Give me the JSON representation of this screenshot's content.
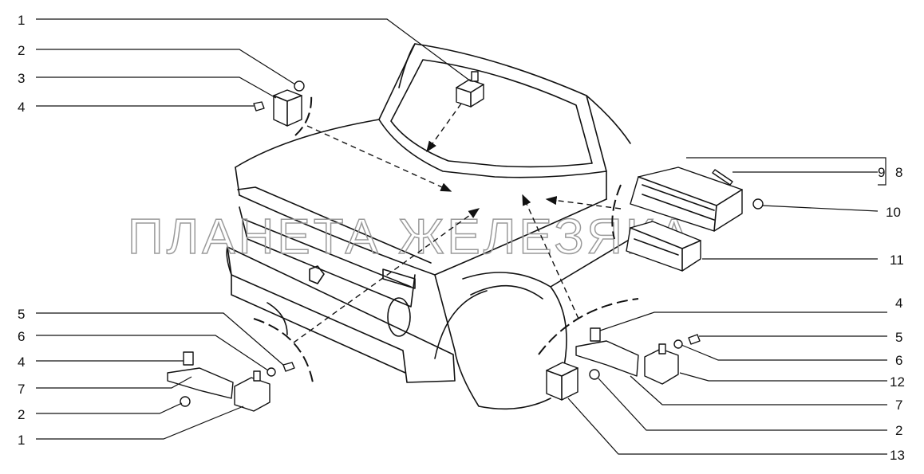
{
  "watermark": "ПЛАНЕТА ЖЕЛЕЗЯКА",
  "callouts_left": [
    "1",
    "2",
    "3",
    "4",
    "5",
    "6",
    "4",
    "7",
    "2",
    "1"
  ],
  "callouts_right": [
    "9",
    "8",
    "10",
    "11",
    "4",
    "5",
    "6",
    "12",
    "7",
    "2",
    "13"
  ],
  "colors": {
    "ink": "#111111",
    "watermark": "#9a9a9a",
    "background": "#ffffff"
  }
}
